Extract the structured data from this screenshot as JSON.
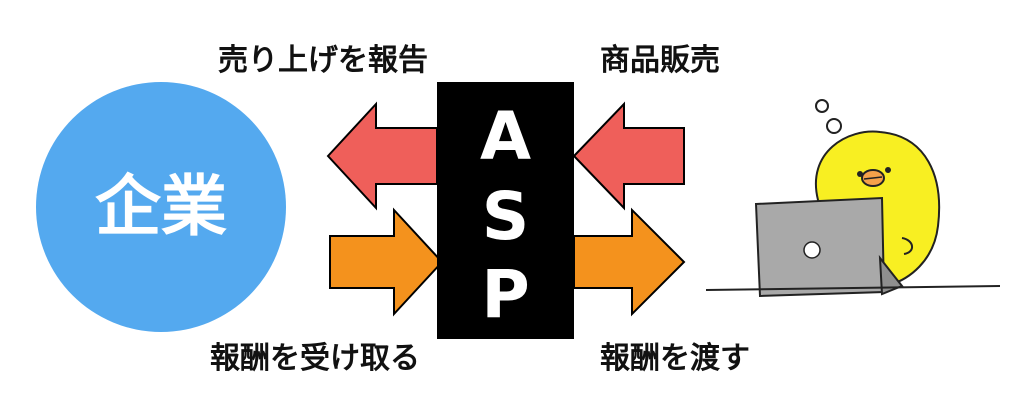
{
  "labels": {
    "top_left": "売り上げを報告",
    "top_right": "商品販売",
    "bottom_left": "報酬を受け取る",
    "bottom_right": "報酬を渡す"
  },
  "company": {
    "label": "企業",
    "color": "#54a9ef"
  },
  "asp": {
    "letters": [
      "A",
      "S",
      "P"
    ]
  },
  "arrows": {
    "red": "#ef5f5a",
    "orange": "#f4921d"
  },
  "illustration": {
    "subject": "chick-character-using-laptop-icon"
  }
}
